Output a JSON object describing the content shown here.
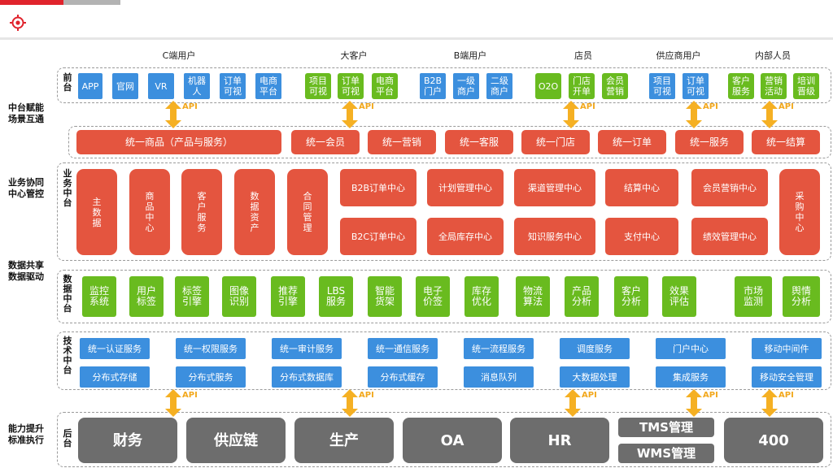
{
  "colors": {
    "red": "#e4553f",
    "blue": "#3c8fde",
    "green": "#69bb1f",
    "gray": "#6d6d6d",
    "api": "#f5b023",
    "accent": "#e0232c"
  },
  "icons": {
    "logo": "target-icon",
    "api_arrow": "double-arrow-icon"
  },
  "left_labels": {
    "zhongtai": "中台赋能\n场景互通",
    "yewu": "业务协同\n中心管控",
    "shuju": "数据共享\n数据驱动",
    "nengli": "能力提升\n标准执行"
  },
  "layer_labels": {
    "front": "前\n台",
    "business": "业\n务\n中\n台",
    "data": "数\n据\n中\n台",
    "tech": "技\n术\n中\n台",
    "back": "后\n台"
  },
  "user_groups": [
    "C端用户",
    "大客户",
    "B端用户",
    "店员",
    "供应商用户",
    "内部人员"
  ],
  "front_boxes": [
    {
      "label": "APP",
      "color": "blue"
    },
    {
      "label": "官网",
      "color": "blue"
    },
    {
      "label": "VR",
      "color": "blue"
    },
    {
      "label": "机器\n人",
      "color": "blue"
    },
    {
      "label": "订单\n可视",
      "color": "blue"
    },
    {
      "label": "电商\n平台",
      "color": "blue"
    },
    {
      "label": "项目\n可视",
      "color": "green"
    },
    {
      "label": "订单\n可视",
      "color": "green"
    },
    {
      "label": "电商\n平台",
      "color": "green"
    },
    {
      "label": "B2B\n门户",
      "color": "blue"
    },
    {
      "label": "一级\n商户",
      "color": "blue"
    },
    {
      "label": "二级\n商户",
      "color": "blue"
    },
    {
      "label": "O2O",
      "color": "green"
    },
    {
      "label": "门店\n开单",
      "color": "green"
    },
    {
      "label": "会员\n营销",
      "color": "green"
    },
    {
      "label": "项目\n可视",
      "color": "blue"
    },
    {
      "label": "订单\n可视",
      "color": "blue"
    },
    {
      "label": "客户\n服务",
      "color": "green"
    },
    {
      "label": "营销\n活动",
      "color": "green"
    },
    {
      "label": "培训\n晋级",
      "color": "green"
    }
  ],
  "api_label": "API",
  "unified": [
    "统一商品（产品与服务）",
    "统一会员",
    "统一营销",
    "统一客服",
    "统一门店",
    "统一订单",
    "统一服务",
    "统一结算"
  ],
  "business_vertical": [
    "主\n数\n据",
    "商\n品\n中\n心",
    "客\n户\n服\n务",
    "数\n据\n资\n产",
    "合\n同\n管\n理",
    "采\n购\n中\n心"
  ],
  "business_centers": [
    "B2B订单中心",
    "计划管理中心",
    "渠道管理中心",
    "结算中心",
    "会员营销中心",
    "B2C订单中心",
    "全局库存中心",
    "知识服务中心",
    "支付中心",
    "绩效管理中心"
  ],
  "data_boxes": [
    "监控\n系统",
    "用户\n标签",
    "标签\n引擎",
    "图像\n识别",
    "推荐\n引擎",
    "LBS\n服务",
    "智能\n货架",
    "电子\n价签",
    "库存\n优化",
    "物流\n算法",
    "产品\n分析",
    "客户\n分析",
    "效果\n评估",
    "市场\n监测",
    "舆情\n分析"
  ],
  "tech_row1": [
    "统一认证服务",
    "统一权限服务",
    "统一审计服务",
    "统一通信服务",
    "统一流程服务",
    "调度服务",
    "门户中心",
    "移动中间件"
  ],
  "tech_row2": [
    "分布式存储",
    "分布式服务",
    "分布式数据库",
    "分布式缓存",
    "消息队列",
    "大数据处理",
    "集成服务",
    "移动安全管理"
  ],
  "back_boxes": [
    "财务",
    "供应链",
    "生产",
    "OA",
    "HR",
    "TMS管理",
    "WMS管理",
    "400"
  ]
}
